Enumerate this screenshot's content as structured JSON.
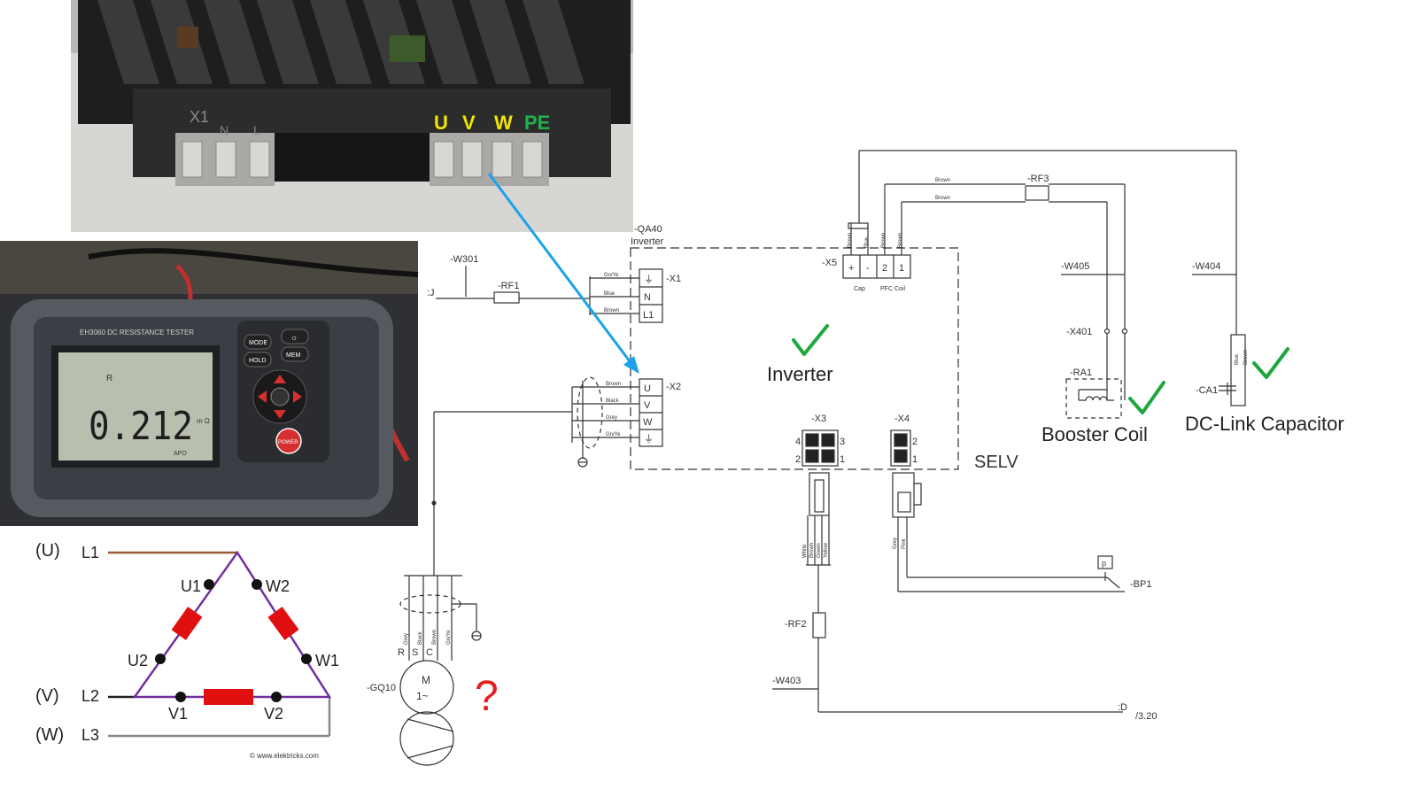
{
  "terminal_photo": {
    "x1_label": "X1",
    "x1_terminals": [
      "N",
      "L"
    ],
    "phase_labels": [
      "U",
      "V",
      "W",
      "PE"
    ],
    "phase_colors": [
      "#f2e600",
      "#f2e600",
      "#f2e600",
      "#22b14c"
    ]
  },
  "meter_photo": {
    "reading": "0.212",
    "unit": "m Ω",
    "range_hint": "R",
    "model": "EH3060  DC RESISTANCE TESTER",
    "keys": [
      "MODE",
      "☼",
      "HOLD",
      "MEM"
    ],
    "power_label": "POWER",
    "apo": "APO"
  },
  "delta_diagram": {
    "lines": [
      {
        "phase": "(U)",
        "line": "L1"
      },
      {
        "phase": "(V)",
        "line": "L2"
      },
      {
        "phase": "(W)",
        "line": "L3"
      }
    ],
    "nodes": [
      "U1",
      "W2",
      "U2",
      "W1",
      "V1",
      "V2"
    ],
    "credit": "© www.elektricks.com",
    "colors": {
      "l1": "#9b5a3c",
      "l2": "#222222",
      "l3": "#888888",
      "triangle": "#7030a0",
      "coil": "#e01010"
    }
  },
  "schematic": {
    "inverter_title": [
      "-QA40",
      "Inverter"
    ],
    "w301": "-W301",
    "rf1": "-RF1",
    "rf2": "-RF2",
    "rf3": "-RF3",
    "x1": "-X1",
    "x1_pins": [
      "⏚",
      "N",
      "L1"
    ],
    "x1_wires": [
      "Gn/Ye",
      "Blue",
      "Brown"
    ],
    "x2": "-X2",
    "x2_pins": [
      "U",
      "V",
      "W",
      "⏚"
    ],
    "x2_wires": [
      "Brown",
      "Black",
      "Grey",
      "Gn/Ye"
    ],
    "x5": "-X5",
    "x5_pins": [
      "+",
      "-",
      "2",
      "1"
    ],
    "x5_wires": [
      "Brown",
      "Blue",
      "Brown",
      "Brown"
    ],
    "x5_sub": [
      "Cap",
      "PFC Coil"
    ],
    "rf3_wires": [
      "Brown",
      "Brown"
    ],
    "x3": "-X3",
    "x3_pins": [
      "4",
      "3",
      "2",
      "1"
    ],
    "x3_wires": [
      "White",
      "Brown",
      "Green",
      "Yellow"
    ],
    "x4": "-X4",
    "x4_pins": [
      "2",
      "1"
    ],
    "x4_wires": [
      "Grey",
      "Pink"
    ],
    "selv": "SELV",
    "w405": "-W405",
    "w404": "-W404",
    "x401": "-X401",
    "ra1": "-RA1",
    "ca1": "-CA1",
    "ca1_wires": [
      "Blue",
      "Brown"
    ],
    "bp1": "-BP1",
    "p_symbol": "p",
    "w403": "-W403",
    "gq10": "-GQ10",
    "motor_pins": [
      "R",
      "S",
      "C"
    ],
    "motor_wires": [
      "Grey",
      "Black",
      "Brown",
      "Gn/Ye"
    ],
    "motor_symbol": [
      "M",
      "1~"
    ],
    "ref_j": ":J",
    "ref_d": ":D",
    "ref_page": "/3.20"
  },
  "annotations": {
    "inverter": "Inverter",
    "booster": "Booster Coil",
    "dclink": "DC-Link Capacitor",
    "question": "?",
    "check": "✓",
    "check_color": "#1ea83c",
    "question_color": "#e02020",
    "arrow_color": "#1aa3e8"
  }
}
